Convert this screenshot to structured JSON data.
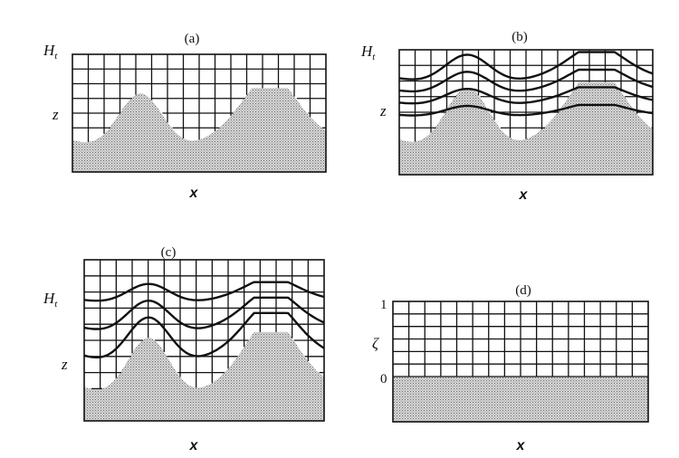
{
  "figure": {
    "panels": [
      {
        "id": "a",
        "label": "(a)",
        "top_label": "H",
        "top_subscript": "t",
        "lower_label": "z",
        "x_label": "x",
        "coordinate_type": "height",
        "following_lines": 0
      },
      {
        "id": "b",
        "label": "(b)",
        "top_label": "H",
        "top_subscript": "t",
        "lower_label": "z",
        "x_label": "x",
        "coordinate_type": "sigma-smoothed",
        "following_lines": 4
      },
      {
        "id": "c",
        "label": "(c)",
        "top_label": "H",
        "top_subscript": "t",
        "lower_label": "z",
        "x_label": "x",
        "coordinate_type": "sigma",
        "following_lines": 3
      },
      {
        "id": "d",
        "label": "(d)",
        "top_tick": "1",
        "bottom_tick": "0",
        "y_label": "ζ",
        "x_label": "x",
        "coordinate_type": "transformed",
        "following_lines": 0
      }
    ],
    "colors": {
      "ink": "#111111",
      "terrain_dots": "#6a6a6a",
      "terrain_base": "#d9d9d9",
      "background": "#ffffff"
    }
  }
}
